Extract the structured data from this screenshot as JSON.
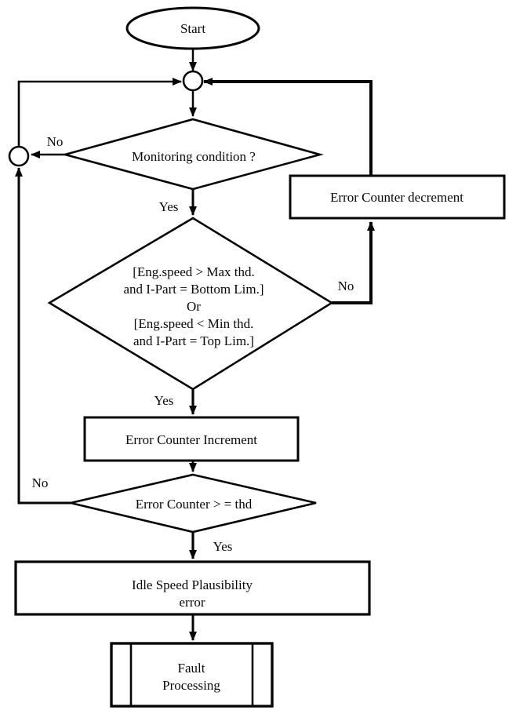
{
  "diagram": {
    "background": "#ffffff",
    "line_color": "#050505",
    "nodes": {
      "start": {
        "type": "terminator",
        "label": "Start"
      },
      "junction_top": {
        "type": "connector-circle"
      },
      "junction_left": {
        "type": "connector-circle"
      },
      "monitoring": {
        "type": "decision",
        "label": "Monitoring condition ?"
      },
      "decrement": {
        "type": "process",
        "label": "Error Counter decrement"
      },
      "speed_check": {
        "type": "decision",
        "lines": [
          "[Eng.speed > Max thd.",
          "and I-Part = Bottom Lim.]",
          "Or",
          "[Eng.speed < Min thd.",
          "and I-Part = Top Lim.]"
        ]
      },
      "increment": {
        "type": "process",
        "label": "Error Counter Increment"
      },
      "threshold": {
        "type": "decision",
        "label": "Error Counter > = thd"
      },
      "plausibility": {
        "type": "process",
        "lines": [
          "Idle Speed Plausibility",
          "error"
        ]
      },
      "fault": {
        "type": "predefined_process",
        "lines": [
          "Fault",
          "Processing"
        ]
      }
    },
    "edge_labels": {
      "monitoring_no": "No",
      "monitoring_yes": "Yes",
      "speed_check_no": "No",
      "speed_check_yes": "Yes",
      "threshold_no": "No",
      "threshold_yes": "Yes"
    }
  }
}
